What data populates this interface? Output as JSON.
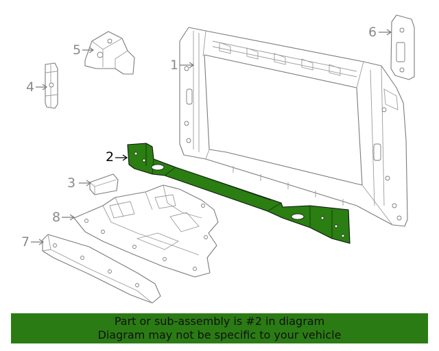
{
  "diagram": {
    "callouts": [
      {
        "id": "1",
        "label": "1",
        "highlighted": false
      },
      {
        "id": "2",
        "label": "2",
        "highlighted": true
      },
      {
        "id": "3",
        "label": "3",
        "highlighted": false
      },
      {
        "id": "4",
        "label": "4",
        "highlighted": false
      },
      {
        "id": "5",
        "label": "5",
        "highlighted": false
      },
      {
        "id": "6",
        "label": "6",
        "highlighted": false
      },
      {
        "id": "7",
        "label": "7",
        "highlighted": false
      },
      {
        "id": "8",
        "label": "8",
        "highlighted": false
      }
    ],
    "colors": {
      "highlight_part": "#2a7e12",
      "banner_background": "#2b7b14",
      "line_art": "#7a7a7a",
      "callout_text": "#8a8a8a",
      "active_callout_text": "#000000"
    }
  },
  "banner": {
    "line1": "Part or sub-assembly is #2 in diagram",
    "line2": "Diagram may not be specific to your vehicle"
  }
}
